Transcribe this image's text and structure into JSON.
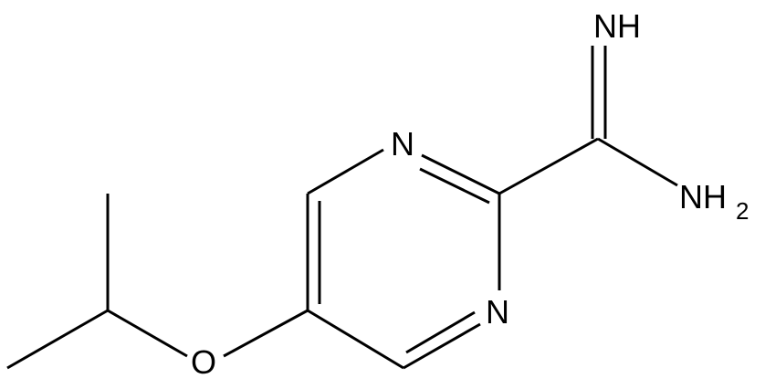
{
  "molecule": {
    "atoms": {
      "imine_nh": "NH",
      "ring_n_top": "N",
      "ring_n_bottom": "N",
      "ether_o": "O",
      "amine_nh2": {
        "main": "NH",
        "subscript": "2"
      }
    }
  }
}
